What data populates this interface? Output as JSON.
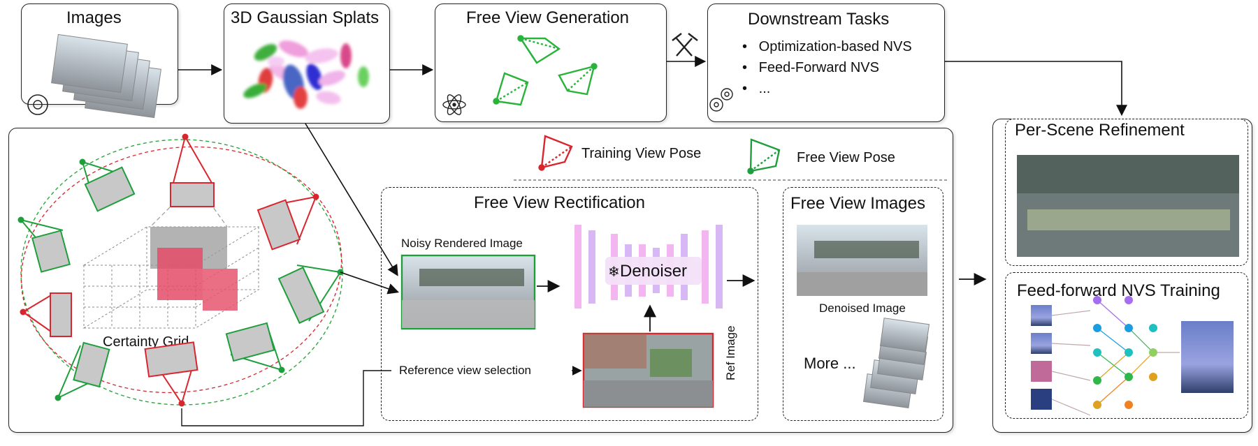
{
  "top": {
    "images": "Images",
    "gaussian": "3D Gaussian Splats",
    "freeview_gen": "Free View Generation",
    "downstream": {
      "title": "Downstream Tasks",
      "items": [
        "Optimization-based NVS",
        "Feed-Forward NVS",
        "..."
      ]
    }
  },
  "legend": {
    "training": "Training View Pose",
    "free": "Free View Pose"
  },
  "left": {
    "certainty_grid": "Certainty Grid",
    "reference_selection": "Reference view selection"
  },
  "rectification": {
    "title": "Free View Rectification",
    "noisy": "Noisy Rendered Image",
    "denoiser": "Denoiser",
    "ref_image": "Ref Image"
  },
  "free_images": {
    "title": "Free View Images",
    "denoised": "Denoised Image",
    "more": "More ..."
  },
  "right": {
    "per_scene": "Per-Scene Refinement",
    "feedforward": "Feed-forward NVS Training"
  },
  "colors": {
    "training_red": "#d9262e",
    "free_green": "#1e9e3c",
    "denoiser_pink": "#f6b8f0",
    "denoiser_lilac": "#d9b8f6"
  }
}
